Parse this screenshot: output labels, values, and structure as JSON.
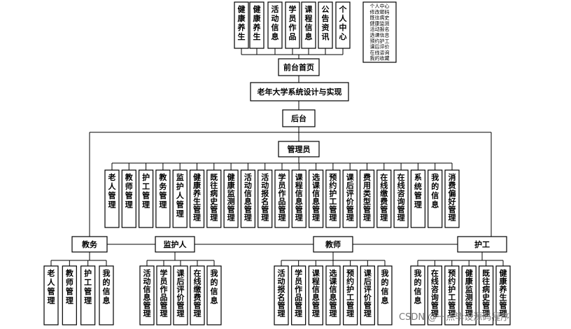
{
  "front": {
    "root": "前台首页",
    "modules": [
      "健康养生",
      "健康养生",
      "活动信息",
      "学员作品",
      "课程信息",
      "公告资讯",
      "个人中心"
    ],
    "personal_center_items": [
      "个人中心",
      "修改密码",
      "既往病史",
      "健康监测",
      "活动报名",
      "选课信息",
      "预约护工",
      "课后评价",
      "在线咨询",
      "我的收藏"
    ]
  },
  "system_title": "老年大学系统设计与实现",
  "backend": "后台",
  "admin": {
    "label": "管理员",
    "modules": [
      "老人管理",
      "教师管理",
      "护工管理",
      "教务管理",
      "监护人管理",
      "健康养生管理",
      "既往病史管理",
      "健康监测管理",
      "活动信息管理",
      "活动报名管理",
      "学员作品管理",
      "课程信息管理",
      "选课信息管理",
      "预约护工管理",
      "课后评价管理",
      "费用类型管理",
      "在线缴费管理",
      "在线咨询管理",
      "系统管理",
      "我的信息",
      "消费偏好管理"
    ]
  },
  "roles": [
    {
      "label": "教务",
      "modules": [
        "老人管理",
        "教师管理",
        "护工管理",
        "我的信息"
      ]
    },
    {
      "label": "监护人",
      "modules": [
        "活动信息管理",
        "学员作品管理",
        "课后评价管理",
        "在线缴费管理",
        "我的信息"
      ]
    },
    {
      "label": "教师",
      "modules": [
        "活动报名管理",
        "学员作品管理",
        "课程信息管理",
        "选课信息管理",
        "预约护工管理",
        "课后评价管理",
        "我的信息"
      ]
    },
    {
      "label": "护工",
      "modules": [
        "我的信息",
        "在线咨询管理",
        "预约护工管理",
        "健康监测管理",
        "既往病史管理",
        "健康养生管理"
      ]
    }
  ],
  "watermark": "CSDN @一点毕设源码程序"
}
